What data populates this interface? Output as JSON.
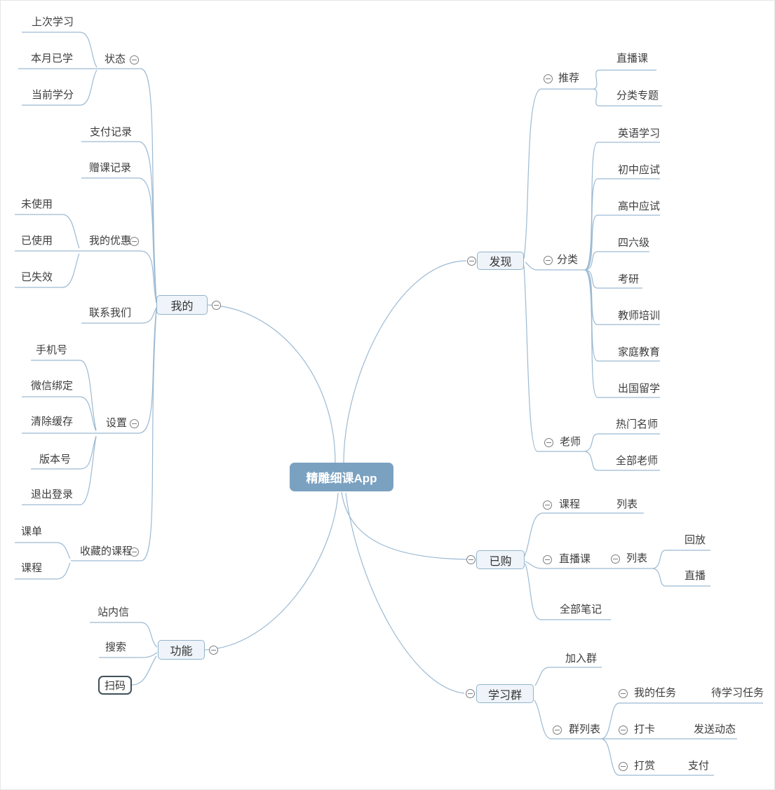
{
  "map": {
    "root_label": "精雕细课App",
    "mine": {
      "label": "我的",
      "status": {
        "label": "状态",
        "items": [
          "上次学习",
          "本月已学",
          "当前学分"
        ]
      },
      "payment_records": "支付记录",
      "gift_records": "赠课记录",
      "coupons": {
        "label": "我的优惠",
        "items": [
          "未使用",
          "已使用",
          "已失效"
        ]
      },
      "contact_us": "联系我们",
      "settings": {
        "label": "设置",
        "items": [
          "手机号",
          "微信绑定",
          "清除缓存",
          "版本号",
          "退出登录"
        ]
      },
      "favorite_courses": {
        "label": "收藏的课程",
        "items": [
          "课单",
          "课程"
        ]
      }
    },
    "features": {
      "label": "功能",
      "items": [
        "站内信",
        "搜索",
        "扫码"
      ]
    },
    "discover": {
      "label": "发现",
      "recommend": {
        "label": "推荐",
        "items": [
          "直播课",
          "分类专题"
        ]
      },
      "categories": {
        "label": "分类",
        "items": [
          "英语学习",
          "初中应试",
          "高中应试",
          "四六级",
          "考研",
          "教师培训",
          "家庭教育",
          "出国留学"
        ]
      },
      "teachers": {
        "label": "老师",
        "items": [
          "热门名师",
          "全部老师"
        ]
      }
    },
    "purchased": {
      "label": "已购",
      "courses": {
        "label": "课程",
        "list_label": "列表"
      },
      "live": {
        "label": "直播课",
        "list": {
          "label": "列表",
          "items": [
            "回放",
            "直播"
          ]
        }
      },
      "all_notes": "全部笔记"
    },
    "study_group": {
      "label": "学习群",
      "join": "加入群",
      "group_list": {
        "label": "群列表",
        "my_tasks": {
          "label": "我的任务",
          "child": "待学习任务"
        },
        "check_in": {
          "label": "打卡",
          "child": "发送动态"
        },
        "reward": {
          "label": "打赏",
          "child": "支付"
        }
      }
    }
  },
  "icons": {
    "collapse": "minus-circle"
  },
  "colors": {
    "canvas_bg": "#ffffff",
    "connector": "#9cbad3",
    "root_fill": "#7ba1c1",
    "root_text": "#ffffff",
    "branch_fill": "#eef4f9",
    "branch_border": "#92b4cb",
    "text": "#3d3d3d",
    "scan_border": "#41505a",
    "collapse_border": "#7d7d7d"
  }
}
